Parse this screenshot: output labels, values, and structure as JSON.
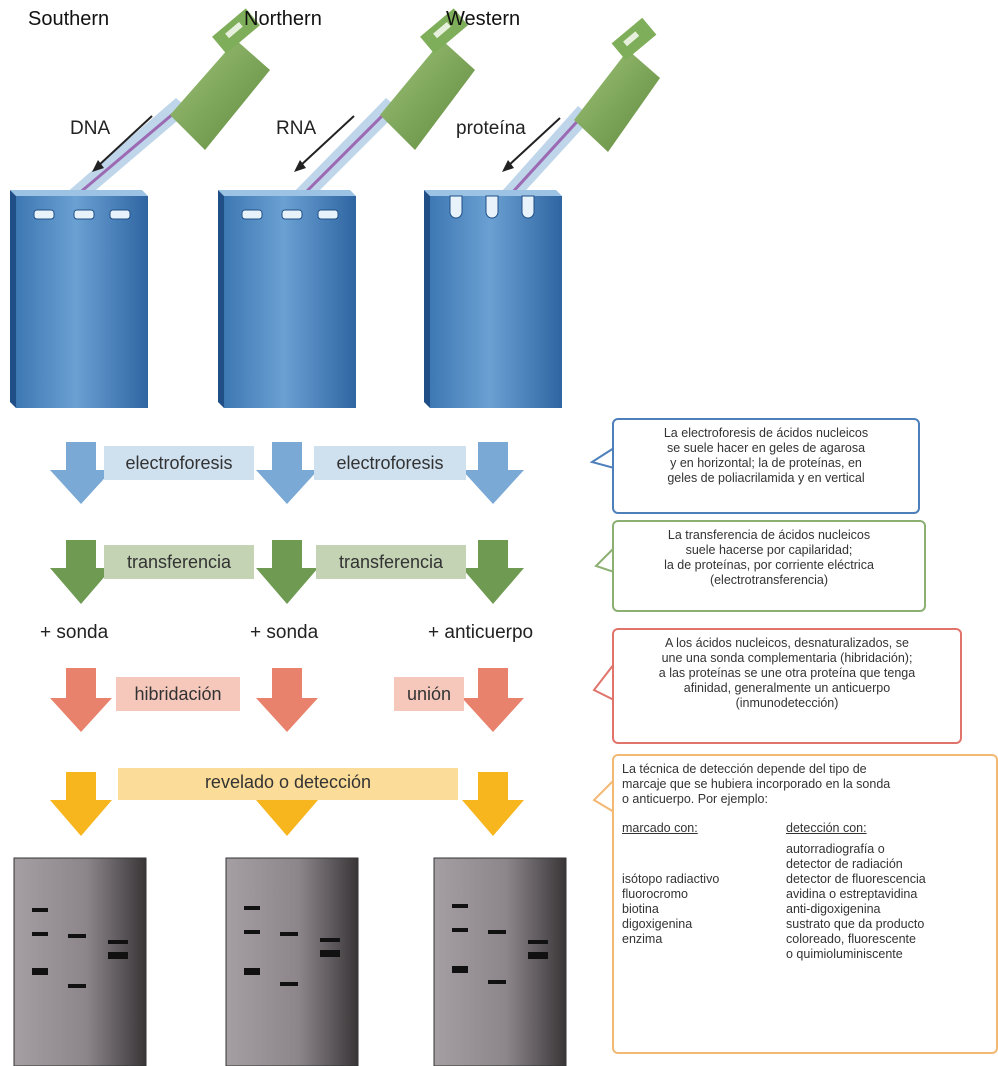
{
  "columns": {
    "southern": "Southern",
    "northern": "Northern",
    "western": "Western"
  },
  "samples": {
    "dna": "DNA",
    "rna": "RNA",
    "protein": "proteína"
  },
  "steps": {
    "electroforesis": "electroforesis",
    "transferencia": "transferencia",
    "hibridacion": "hibridación",
    "union": "unión",
    "revelado": "revelado o detección"
  },
  "plus_labels": {
    "sonda_1": "+ sonda",
    "sonda_2": "+ sonda",
    "anticuerpo": "+ anticuerpo"
  },
  "notes": {
    "electroforesis": [
      "La electroforesis de ácidos nucleicos",
      "se suele hacer en geles de agarosa",
      "y en horizontal; la de proteínas, en",
      "geles de poliacrilamida y en vertical"
    ],
    "transferencia": [
      "La transferencia de ácidos nucleicos",
      "suele hacerse por capilaridad;",
      "la de proteínas, por corriente eléctrica",
      "(electrotransferencia)"
    ],
    "hibridacion": [
      "A los ácidos nucleicos, desnaturalizados, se",
      "une una sonda complementaria (hibridación);",
      "a las proteínas se une otra proteína que tenga",
      "afinidad, generalmente un anticuerpo",
      "(inmunodetección)"
    ],
    "deteccion": {
      "intro": [
        "La técnica de detección depende del tipo de",
        "marcaje que se hubiera incorporado en la sonda",
        "o anticuerpo. Por ejemplo:"
      ],
      "header_marcado": "marcado con:",
      "header_deteccion": "detección con:",
      "marcado": [
        "isótopo radiactivo",
        "fluorocromo",
        "biotina",
        "digoxigenina",
        "enzima"
      ],
      "deteccion": [
        "autorradiografía o",
        "detector de radiación",
        "detector de fluorescencia",
        "avidina o estreptavidina",
        "anti-digoxigenina",
        "sustrato que da producto",
        "coloreado, fluorescente",
        "o quimioluminiscente"
      ]
    }
  },
  "colors": {
    "gel": "#5b8fc4",
    "blue_arrow": "#7aa9d6",
    "green_arrow": "#6e9a52",
    "red_arrow": "#e9826c",
    "yellow_arrow": "#f7b51e",
    "membrane": "#8a8488",
    "band": "#111111"
  }
}
